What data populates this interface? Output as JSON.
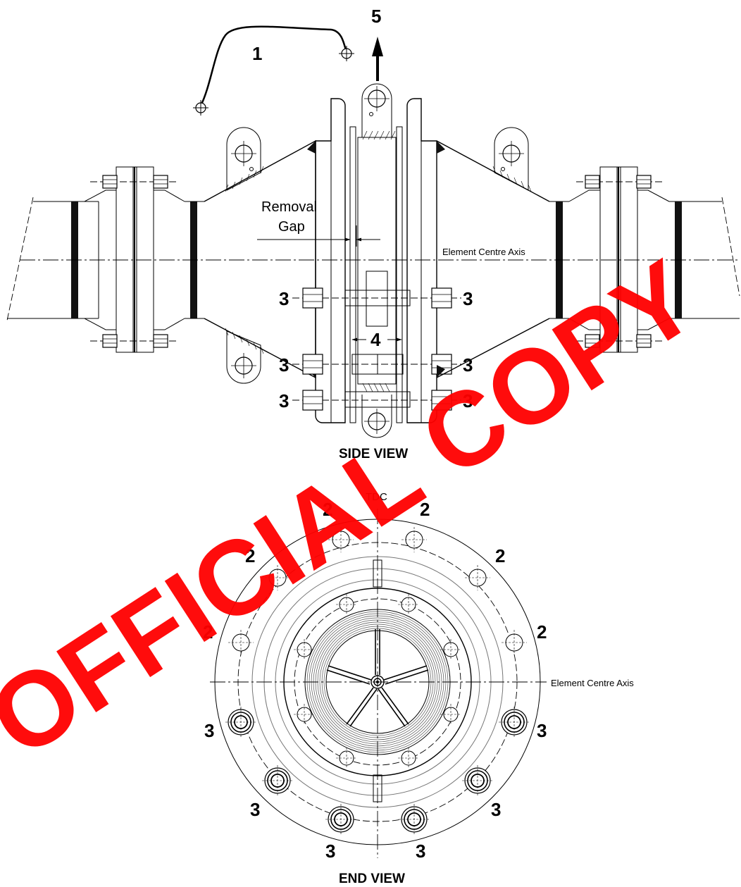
{
  "views": {
    "side_title": "SIDE VIEW",
    "end_title": "END VIEW"
  },
  "side_view": {
    "removal_gap_line1": "Removal",
    "removal_gap_line2": "Gap",
    "axis_label": "Element Centre Axis",
    "callouts": {
      "c1": "1",
      "c5": "5",
      "c4": "4",
      "c3a": "3",
      "c3b": "3",
      "c3c": "3",
      "c3d": "3",
      "c3e": "3",
      "c3f": "3"
    }
  },
  "end_view": {
    "tdc_label": "TDC",
    "axis_label": "Element Centre Axis",
    "callouts": {
      "n2a": "2",
      "n2b": "2",
      "n2c": "2",
      "n2d": "2",
      "n2e": "2",
      "n2f": "2",
      "n3a": "3",
      "n3b": "3",
      "n3c": "3",
      "n3d": "3",
      "n3e": "3",
      "n3f": "3"
    }
  },
  "watermark": {
    "text": "OFFICIAL COPY",
    "color": "#ff0000"
  }
}
